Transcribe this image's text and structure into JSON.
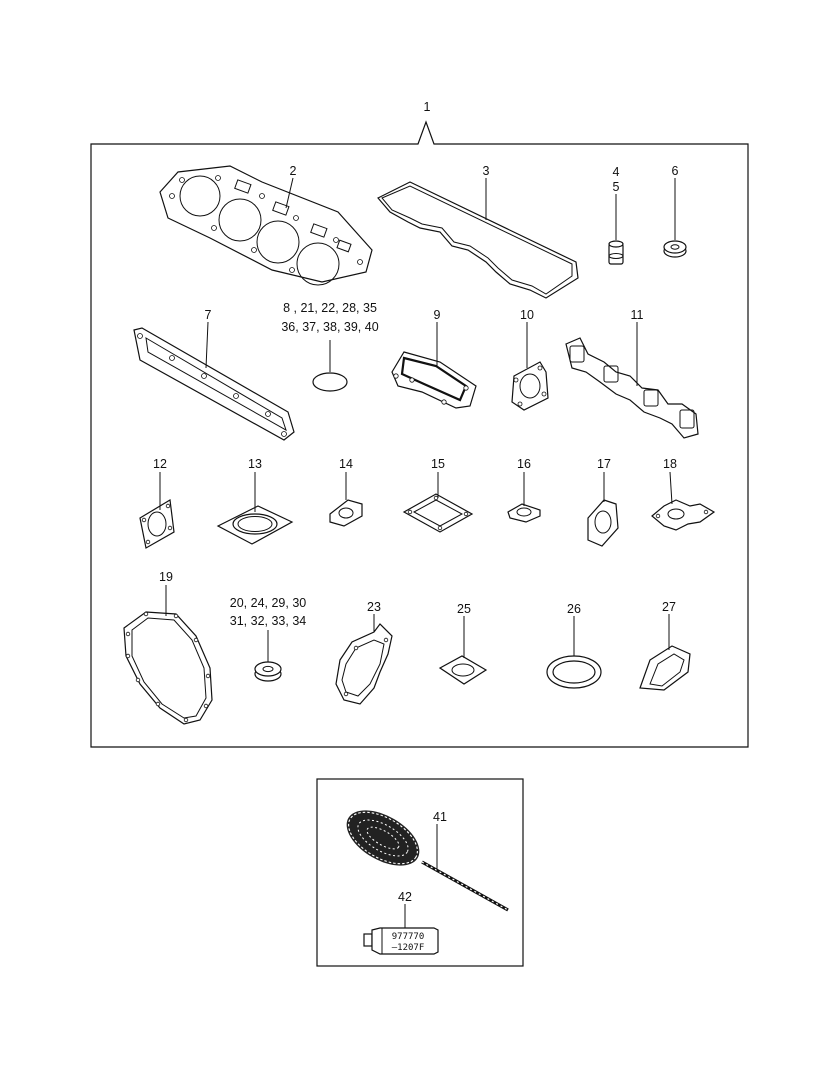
{
  "kit_label": "1",
  "callouts": {
    "p2": "2",
    "p3": "3",
    "p4": "4",
    "p5": "5",
    "p6": "6",
    "p7": "7",
    "p8_line1": "8 , 21, 22, 28, 35",
    "p8_line2": "36, 37, 38, 39, 40",
    "p9": "9",
    "p10": "10",
    "p11": "11",
    "p12": "12",
    "p13": "13",
    "p14": "14",
    "p15": "15",
    "p16": "16",
    "p17": "17",
    "p18": "18",
    "p19": "19",
    "p20_line1": "20, 24, 29, 30",
    "p20_line2": "31, 32, 33, 34",
    "p23": "23",
    "p25": "25",
    "p26": "26",
    "p27": "27",
    "p41": "41",
    "p42": "42"
  },
  "tube_text": {
    "line1": "977770",
    "line2": "–1207F"
  }
}
